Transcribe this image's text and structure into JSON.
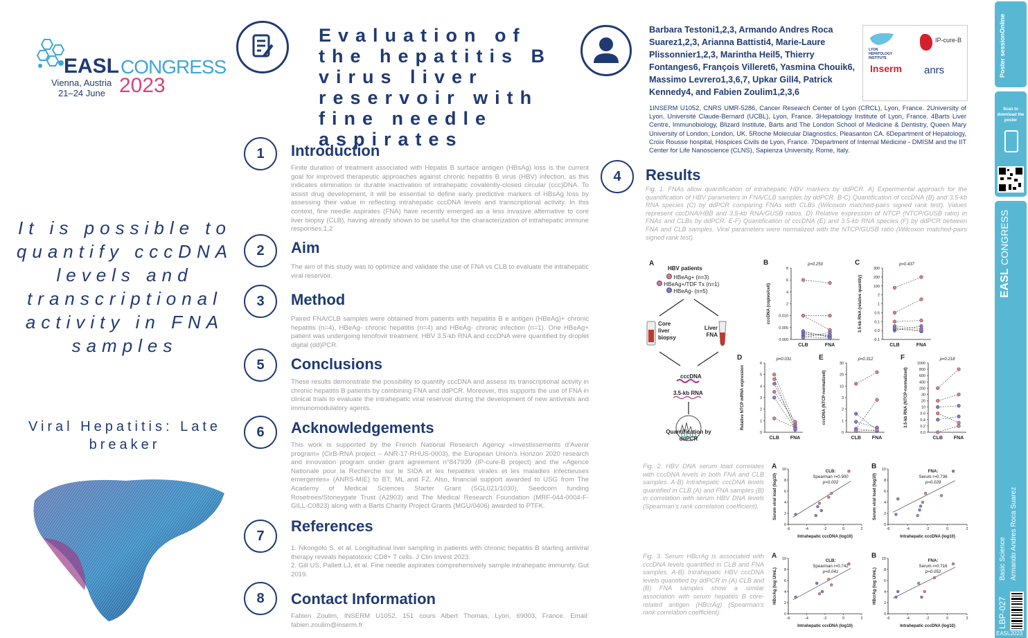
{
  "congress": {
    "brand": "EASL",
    "name": "CONGRESS",
    "city": "Vienna, Austria",
    "dates": "21–24 June",
    "year": "2023"
  },
  "title": "Evaluation of the hepatitis B virus liver reservoir with fine needle aspirates",
  "tagline": "It is possible to quantify cccDNA levels and transcriptional activity in FNA samples",
  "category": "Viral Hepatitis: Late breaker",
  "authors_text": "Barbara Testoni1,2,3, Armando Andres Roca Suarez1,2,3, Arianna Battisti4, Marie-Laure Plissonnier1,2,3, Marintha Heil5, Thierry Fontanges6, François Villeret6, Yasmina Chouik6, Massimo Levrero1,3,6,7, Upkar Gill4, Patrick Kennedy4, and Fabien Zoulim1,2,3,6",
  "affiliations": "1INSERM U1052, CNRS UMR-5286, Cancer Research Center of Lyon (CRCL), Lyon, France. 2University of Lyon, Université Claude-Bernard (UCBL), Lyon, France. 3Hepatology Institute of Lyon, France. 4Barts Liver Centre, Immunobiology, Blizard Institute, Barts and The London School of Medicine & Dentistry, Queen Mary University of London, London, UK. 5Roche Molecular Diagnostics, Pleasanton CA. 6Department of Hepatology, Croix Rousse hospital, Hospices Civils de Lyon, France. 7Department of Internal Medicine - DMISM and the IIT Center for Life Nanoscience (CLNS), Sapienza University, Rome, Italy.",
  "logos": {
    "lyon": "LYON HEPATOLOGY INSTITUTE",
    "ipcure": "IP-cure-B",
    "inserm": "Inserm",
    "anrs": "anrs"
  },
  "sections": [
    {
      "num": "1",
      "title": "Introduction",
      "body": "Finite duration of treatment associated with Hepatis B surface antigen (HBsAg) loss is the current goal for improved therapeutic approaches against chronic hepatitis B virus (HBV) infection, as this indicates elimination or durable inactivation of intrahepatic covalently-closed circular (ccc)DNA. To assist drug development, it will be essential to define early predictive markers of HBsAg loss by assessing their value in reflecting intrahepatic cccDNA levels and transcriptional activity. In this context, fine needle aspirates (FNA) have recently emerged as a less invasive alternative to core liver biopsy (CLB), having already shown to be useful for the characterization of intrahepatic immune responses.1,2"
    },
    {
      "num": "2",
      "title": "Aim",
      "body": "The aim of this study was to optimize and validate the use of FNA vs CLB to evaluate the intrahepatic viral reservoir."
    },
    {
      "num": "3",
      "title": "Method",
      "body": "Paired FNA/CLB samples were obtained from patients with hepatitis B e antigen (HBeAg)+ chronic hepatitis (n=4), HBeAg- chronic hepatitis (n=4) and HBeAg- chronic infection (n=1). One HBeAg+ patient was undergoing tenofovir treatment. HBV 3.5-kb RNA and cccDNA were quantified by droplet digital (dd)PCR."
    },
    {
      "num": "5",
      "title": "Conclusions",
      "body": "These results demonstrate the possibility to quantify cccDNA and assess its transcriptional activity in chronic hepatitis B patients by combining FNA and ddPCR. Moreover, this supports the use of FNA in clinical trials to evaluate the intrahepatic viral reservoir during the development of new antivirals and immunomodulatory agents."
    },
    {
      "num": "6",
      "title": "Acknowledgements",
      "body": "This work is supported by the French National Research Agency «Investissements d'Avenir program» (CirB-RNA project – ANR-17-RHUS-0003), the European Union's Horizon 2020 research and innovation program under grant agreement n°847939 (IP-cure-B project) and the «Agence Nationale pour la Recherche sur le SIDA et les hepatites virales et les maladies infectieuses emergentes» (ANRS-MIE) to BT, ML and FZ. Also, financial support awarded to USG from The Academy of Medical Sciences Starter Grant (SGL021/1030), Seedcorn funding Rosetrees/Stoneygate Trust (A2903) and The Medical Research Foundation (MRF-044-0004-F-GILL-C0823) along with a Barts Charity Project Grants (MGU/0406) awarded to PTFK."
    },
    {
      "num": "7",
      "title": "References",
      "refs": [
        "1. Nkongolo S. et al. Longitudinal liver sampling in patients with chronic hepatitis B starting antiviral therapy reveals hepatotoxic CD8+ T cells. J Clin Invest 2023.",
        "2. Gill US, Pallett LJ, et al. Fine needle aspirates comprehensively sample intrahepatic immunity. Gut 2019."
      ]
    },
    {
      "num": "8",
      "title": "Contact Information",
      "body": "Fabien Zoulim, INSERM U1052, 151 cours Albert Thomas, Lyon, 69003, France. Email: fabien.zoulim@inserm.fr"
    },
    {
      "num": "4",
      "title": "Results"
    }
  ],
  "fig1_caption": "Fig. 1. FNAs allow quantification of intrahepatic HBV markers by ddPCR. A) Experimental approach for the quantification of HBV parameters in FNA/CLB samples by ddPCR. B-C) Quantification of cccDNA (B) and 3.5-kb RNA species (C) by ddPCR comparing FNAs with CLBs (Wilcoxon matched-pairs signed rank test). Values represent cccDNA/HBB and 3.5-kb RNA/GUSB ratios. D) Relative expression of NTCP (NTCP/GUSB ratio) in FNAs and CLBs by ddPCR. E-F) Quantification of cccDNA (E) and 3.5-kb RNA species (F) by ddPCR between FNA and CLB samples. Viral parameters were normalized with the NTCP/GUSB ratio (Wilcoxon matched-pairs signed rank test).",
  "fig2_caption": "Fig. 2. HBV DNA serum load correlates with cccDNA levels in both FNA and CLB samples. A-B) Intrahepatic cccDNA levels quantified in CLB (A) and FNA samples (B) in correlation with serum HBV DNA levels (Spearman's rank correlation coefficient).",
  "fig3_caption": "Fig. 3. Serum HBcrAg is associated with cccDNA levels quantified in CLB and FNA samples. A-B) Intrahepatic HBV cccDNA levels quantified by ddPCR in (A) CLB and (B) FNA samples show a similar association with serum hepatitis B core-related antigen (HBcrAg) (Spearman's rank correlation coefficient).",
  "panelA": {
    "label": "A",
    "legend_title": "HBV patients",
    "legend": [
      "HBeAg+ (n=3)",
      "HBeAg+/TDF Tx (n=1)",
      "HBeAg- (n=5)"
    ],
    "core": "Core liver biopsy",
    "liver": "Liver FNA",
    "cccdna": "cccDNA",
    "rna": "3.5-kb RNA",
    "quant": "Quantification by ddPCR"
  },
  "colors": {
    "navy": "#1f3a73",
    "pos": "#e07a8a",
    "tdf": "#c879b8",
    "neg": "#7a7ad6",
    "sidebar": "#58b8d4"
  },
  "chart_data": [
    {
      "id": "1B",
      "type": "scatter",
      "label": "B",
      "title": "p=0.250",
      "ylabel": "cccDNA (copies/cell)",
      "categories": [
        "CLB",
        "FNA"
      ],
      "yticks": [
        "0.000",
        "0.005",
        "0.010",
        "2",
        "4",
        "6",
        "8"
      ],
      "series": [
        {
          "group": "pos",
          "values": [
            [
              0,
              6.0
            ],
            [
              1,
              5.5
            ]
          ]
        },
        {
          "group": "pos",
          "values": [
            [
              0,
              0.0105
            ],
            [
              1,
              0.0102
            ]
          ]
        },
        {
          "group": "pos",
          "values": [
            [
              0,
              0.0105
            ],
            [
              1,
              0.004
            ]
          ]
        },
        {
          "group": "tdf",
          "values": [
            [
              0,
              0.003
            ],
            [
              1,
              0.0015
            ]
          ]
        },
        {
          "group": "neg",
          "values": [
            [
              0,
              0.0035
            ],
            [
              1,
              0.0008
            ]
          ]
        },
        {
          "group": "neg",
          "values": [
            [
              0,
              0.0025
            ],
            [
              1,
              0.0012
            ]
          ]
        },
        {
          "group": "neg",
          "values": [
            [
              0,
              0.0018
            ],
            [
              1,
              0.002
            ]
          ]
        },
        {
          "group": "neg",
          "values": [
            [
              0,
              0.0012
            ],
            [
              1,
              0.0005
            ]
          ]
        },
        {
          "group": "neg",
          "values": [
            [
              0,
              0.0008
            ],
            [
              1,
              0.003
            ]
          ]
        }
      ]
    },
    {
      "id": "1C",
      "type": "scatter",
      "label": "C",
      "title": "p=0.437",
      "ylabel": "3.5-kb RNA (relative quantity)",
      "categories": [
        "CLB",
        "FNA"
      ],
      "yticks": [
        "-0.1",
        "0.0",
        "0.1",
        "0.5",
        "1",
        "2",
        "100",
        "200",
        "300"
      ],
      "series": [
        {
          "group": "pos",
          "values": [
            [
              0,
              80
            ],
            [
              1,
              200
            ]
          ]
        },
        {
          "group": "pos",
          "values": [
            [
              0,
              0.5
            ],
            [
              1,
              1.5
            ]
          ]
        },
        {
          "group": "pos",
          "values": [
            [
              0,
              0.1
            ],
            [
              1,
              0.15
            ]
          ]
        },
        {
          "group": "tdf",
          "values": [
            [
              0,
              0.05
            ],
            [
              1,
              0.02
            ]
          ]
        },
        {
          "group": "neg",
          "values": [
            [
              0,
              0.0
            ],
            [
              1,
              0.05
            ]
          ]
        },
        {
          "group": "neg",
          "values": [
            [
              0,
              0.02
            ],
            [
              1,
              -0.01
            ]
          ]
        },
        {
          "group": "neg",
          "values": [
            [
              0,
              0.03
            ],
            [
              1,
              0.0
            ]
          ]
        }
      ]
    },
    {
      "id": "1D",
      "type": "scatter",
      "label": "D",
      "title": "p=0.031",
      "ylabel": "Relative NTCP mRNA expression",
      "categories": [
        "CLB",
        "FNA"
      ],
      "yticks": [
        "0",
        "1",
        "2",
        "3",
        "4",
        "5",
        "6"
      ],
      "series": [
        {
          "group": "pos",
          "values": [
            [
              0,
              5.0
            ],
            [
              1,
              0.7
            ]
          ]
        },
        {
          "group": "pos",
          "values": [
            [
              0,
              4.6
            ],
            [
              1,
              0.2
            ]
          ]
        },
        {
          "group": "pos",
          "values": [
            [
              0,
              1.2
            ],
            [
              1,
              0.4
            ]
          ]
        },
        {
          "group": "tdf",
          "values": [
            [
              0,
              3.5
            ],
            [
              1,
              0.9
            ]
          ]
        },
        {
          "group": "neg",
          "values": [
            [
              0,
              4.2
            ],
            [
              1,
              0.5
            ]
          ]
        },
        {
          "group": "neg",
          "values": [
            [
              0,
              3.0
            ],
            [
              1,
              0.3
            ]
          ]
        }
      ]
    },
    {
      "id": "1E",
      "type": "scatter",
      "label": "E",
      "title": "p=0.312",
      "ylabel": "cccDNA (NTCP-normalized)",
      "categories": [
        "CLB",
        "FNA"
      ],
      "yticks": [
        "0",
        "1",
        "2",
        "3",
        "10",
        "20",
        "30"
      ],
      "series": [
        {
          "group": "pos",
          "values": [
            [
              0,
              12
            ],
            [
              1,
              22
            ]
          ]
        },
        {
          "group": "pos",
          "values": [
            [
              0,
              0.3
            ],
            [
              1,
              2.8
            ]
          ]
        },
        {
          "group": "neg",
          "values": [
            [
              0,
              1.6
            ],
            [
              1,
              0.2
            ]
          ]
        },
        {
          "group": "neg",
          "values": [
            [
              0,
              0.9
            ],
            [
              1,
              0.4
            ]
          ]
        },
        {
          "group": "neg",
          "values": [
            [
              0,
              0.3
            ],
            [
              1,
              0.1
            ]
          ]
        },
        {
          "group": "tdf",
          "values": [
            [
              0,
              0.1
            ],
            [
              1,
              0.2
            ]
          ]
        }
      ]
    },
    {
      "id": "1F",
      "type": "scatter",
      "label": "F",
      "title": "p=0.218",
      "ylabel": "3.5-kb RNA (NTCP-normalized)",
      "categories": [
        "CLB",
        "FNA"
      ],
      "yticks": [
        "0.0",
        "0.2",
        "0.4",
        "0.6",
        "10",
        "20",
        "30",
        "200",
        "400",
        "600",
        "800",
        "1000"
      ],
      "series": [
        {
          "group": "pos",
          "values": [
            [
              0,
              200
            ],
            [
              1,
              800
            ]
          ]
        },
        {
          "group": "pos",
          "values": [
            [
              0,
              20
            ],
            [
              1,
              30
            ]
          ]
        },
        {
          "group": "pos",
          "values": [
            [
              0,
              0.6
            ],
            [
              1,
              0.3
            ]
          ]
        },
        {
          "group": "neg",
          "values": [
            [
              0,
              10
            ],
            [
              1,
              12
            ]
          ]
        },
        {
          "group": "neg",
          "values": [
            [
              0,
              0.4
            ],
            [
              1,
              0.5
            ]
          ]
        },
        {
          "group": "tdf",
          "values": [
            [
              0,
              0.0
            ],
            [
              1,
              0.2
            ]
          ]
        }
      ]
    },
    {
      "id": "2A",
      "type": "scatter",
      "label": "A",
      "box": [
        "CLB:",
        "Spearman r=0.900",
        "p=0.002"
      ],
      "xlabel": "Intrahepatic cccDNA (log10)",
      "ylabel": "Serum viral load (log10)",
      "xlim": [
        -6,
        2
      ],
      "ylim": [
        0,
        10
      ],
      "xticks": [
        -6,
        -4,
        -2,
        0,
        2
      ],
      "yticks": [
        0,
        2,
        4,
        6,
        8,
        10
      ],
      "points": [
        [
          -5.2,
          1.8
        ],
        [
          -3.0,
          1.6
        ],
        [
          -2.6,
          3.8
        ],
        [
          -2.4,
          2.5
        ],
        [
          -1.6,
          4.9
        ],
        [
          -1.3,
          5.6
        ],
        [
          0.6,
          9.6
        ],
        [
          -2.8,
          3.2
        ]
      ],
      "fit": [
        [
          -5.5,
          1.3
        ],
        [
          0.8,
          7.8
        ]
      ]
    },
    {
      "id": "2B",
      "type": "scatter",
      "label": "B",
      "box": [
        "FNA:",
        "Serum r=0.736",
        "p=0.028"
      ],
      "xlabel": "Intrahepatic cccDNA (log10)",
      "ylabel": "Serum viral load (log10)",
      "xlim": [
        -6,
        2
      ],
      "ylim": [
        0,
        10
      ],
      "xticks": [
        -6,
        -4,
        -2,
        0,
        2
      ],
      "yticks": [
        0,
        2,
        4,
        6,
        8,
        10
      ],
      "points": [
        [
          -5.2,
          1.8
        ],
        [
          -5.0,
          4.6
        ],
        [
          -3.0,
          1.6
        ],
        [
          -2.7,
          3.3
        ],
        [
          -2.5,
          4.0
        ],
        [
          -2.2,
          5.6
        ],
        [
          -0.6,
          5.2
        ],
        [
          0.6,
          9.6
        ],
        [
          -2.8,
          2.6
        ]
      ],
      "fit": [
        [
          -5.5,
          2.2
        ],
        [
          0.8,
          7.9
        ]
      ]
    },
    {
      "id": "3A",
      "type": "scatter",
      "label": "A",
      "box": [
        "CLB:",
        "Spearman r=0.742",
        "p=0.041"
      ],
      "xlabel": "Intrahepatic cccDNA (log10)",
      "ylabel": "HBcrAg (log U/mL)",
      "xlim": [
        -6,
        2
      ],
      "ylim": [
        0,
        10
      ],
      "xticks": [
        -6,
        -4,
        -2,
        0,
        2
      ],
      "yticks": [
        0,
        2,
        4,
        6,
        8,
        10
      ],
      "points": [
        [
          -5.2,
          3.0
        ],
        [
          -2.9,
          5.5
        ],
        [
          -2.6,
          3.6
        ],
        [
          -2.3,
          4.0
        ],
        [
          -1.6,
          6.2
        ],
        [
          -1.3,
          5.2
        ],
        [
          0.6,
          9.0
        ]
      ],
      "fit": [
        [
          -5.5,
          2.5
        ],
        [
          0.8,
          8.2
        ]
      ]
    },
    {
      "id": "3B",
      "type": "scatter",
      "label": "B",
      "box": [
        "FNA:",
        "Serum r=0.716",
        "p=0.052"
      ],
      "xlabel": "Intrahepatic cccDNA (log10)",
      "ylabel": "HBcrAg (log U/mL)",
      "xlim": [
        -6,
        2
      ],
      "ylim": [
        0,
        10
      ],
      "xticks": [
        -6,
        -4,
        -2,
        0,
        2
      ],
      "yticks": [
        0,
        2,
        4,
        6,
        8,
        10
      ],
      "points": [
        [
          -5.2,
          3.0
        ],
        [
          -5.0,
          4.0
        ],
        [
          -2.9,
          5.5
        ],
        [
          -2.6,
          3.0
        ],
        [
          -2.3,
          4.0
        ],
        [
          -1.3,
          6.5
        ],
        [
          0.6,
          9.0
        ]
      ],
      "fit": [
        [
          -5.5,
          2.8
        ],
        [
          0.8,
          8.4
        ]
      ]
    }
  ],
  "sidebar": {
    "vert1": "Basic Science",
    "vert2": "Armando Andres Roca Suarez",
    "code": "LBP-027",
    "year": "EASL2023",
    "scan": "Scan to download the poster",
    "brand": "Poster sessionOnline"
  }
}
